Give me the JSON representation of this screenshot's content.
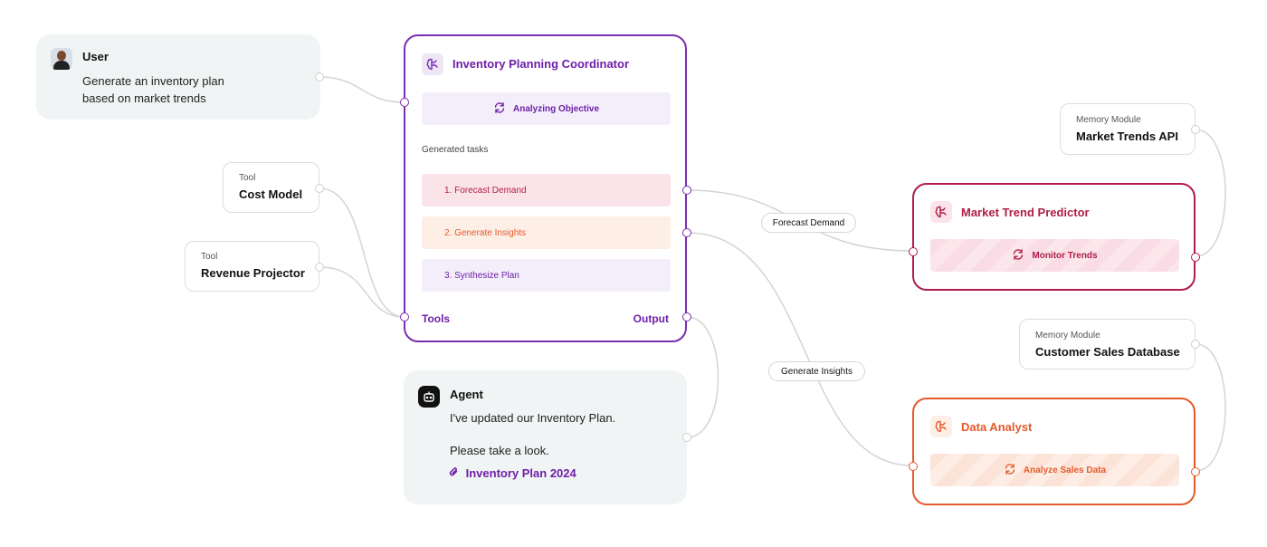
{
  "user": {
    "title": "User",
    "message_line1": "Generate an inventory plan",
    "message_line2": "based on market trends",
    "avatar_icon": "person-avatar"
  },
  "tools": [
    {
      "kind": "Tool",
      "name": "Cost Model"
    },
    {
      "kind": "Tool",
      "name": "Revenue Projector"
    }
  ],
  "coordinator": {
    "title": "Inventory Planning Coordinator",
    "icon": "brain-icon",
    "status": "Analyzing Objective",
    "tasks_label": "Generated tasks",
    "tasks": [
      "1. Forecast Demand",
      "2. Generate Insights",
      "3. Synthesize Plan"
    ],
    "tools_label": "Tools",
    "output_label": "Output",
    "accent_color": "#7a2eb0"
  },
  "agent": {
    "title": "Agent",
    "line1": "I've updated our Inventory Plan.",
    "line2": "Please take a look.",
    "link_text": "Inventory Plan 2024",
    "link_icon": "paperclip-icon",
    "icon": "robot-icon"
  },
  "edges": {
    "forecast_label": "Forecast Demand",
    "insights_label": "Generate Insights"
  },
  "memory": [
    {
      "kind": "Memory Module",
      "name": "Market Trends API"
    },
    {
      "kind": "Memory Module",
      "name": "Customer Sales Database"
    }
  ],
  "subagents": [
    {
      "title": "Market Trend Predictor",
      "status": "Monitor Trends",
      "color": "#b01d48"
    },
    {
      "title": "Data Analyst",
      "status": "Analyze Sales Data",
      "color": "#e55a2b"
    }
  ]
}
